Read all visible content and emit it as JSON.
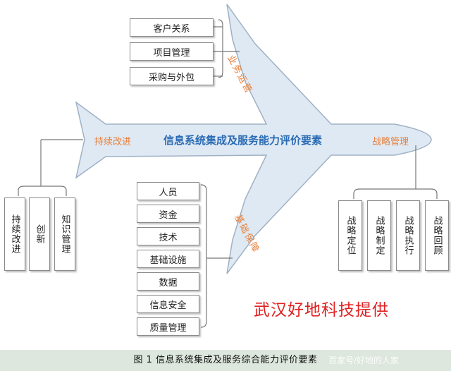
{
  "plane": {
    "center_title": "信息系统集成及服务能力评价要素",
    "wing_top_label": "业务运营",
    "wing_bottom_label": "基础保障",
    "tail_label": "持续改进",
    "nose_label": "战略管理"
  },
  "business_items": [
    "客户关系",
    "项目管理",
    "采购与外包"
  ],
  "improvement_items": [
    "持续改进",
    "创新",
    "知识管理"
  ],
  "foundation_items": [
    "人员",
    "资金",
    "技术",
    "基础设施",
    "数据",
    "信息安全",
    "质量管理"
  ],
  "strategy_items": [
    "战略定位",
    "战略制定",
    "战略执行",
    "战略回顾"
  ],
  "provider_text": "武汉好地科技提供",
  "caption": "图 1    信息系统集成及服务综合能力评价要素",
  "watermark": "百家号/好地的人家",
  "colors": {
    "plane_fill": "#dfe9f4",
    "plane_stroke": "#9fb1c4",
    "title_blue": "#2b6cb4",
    "accent_orange": "#e8803a",
    "provider_red": "#e02020",
    "caption_bg": "#dde7dd"
  }
}
